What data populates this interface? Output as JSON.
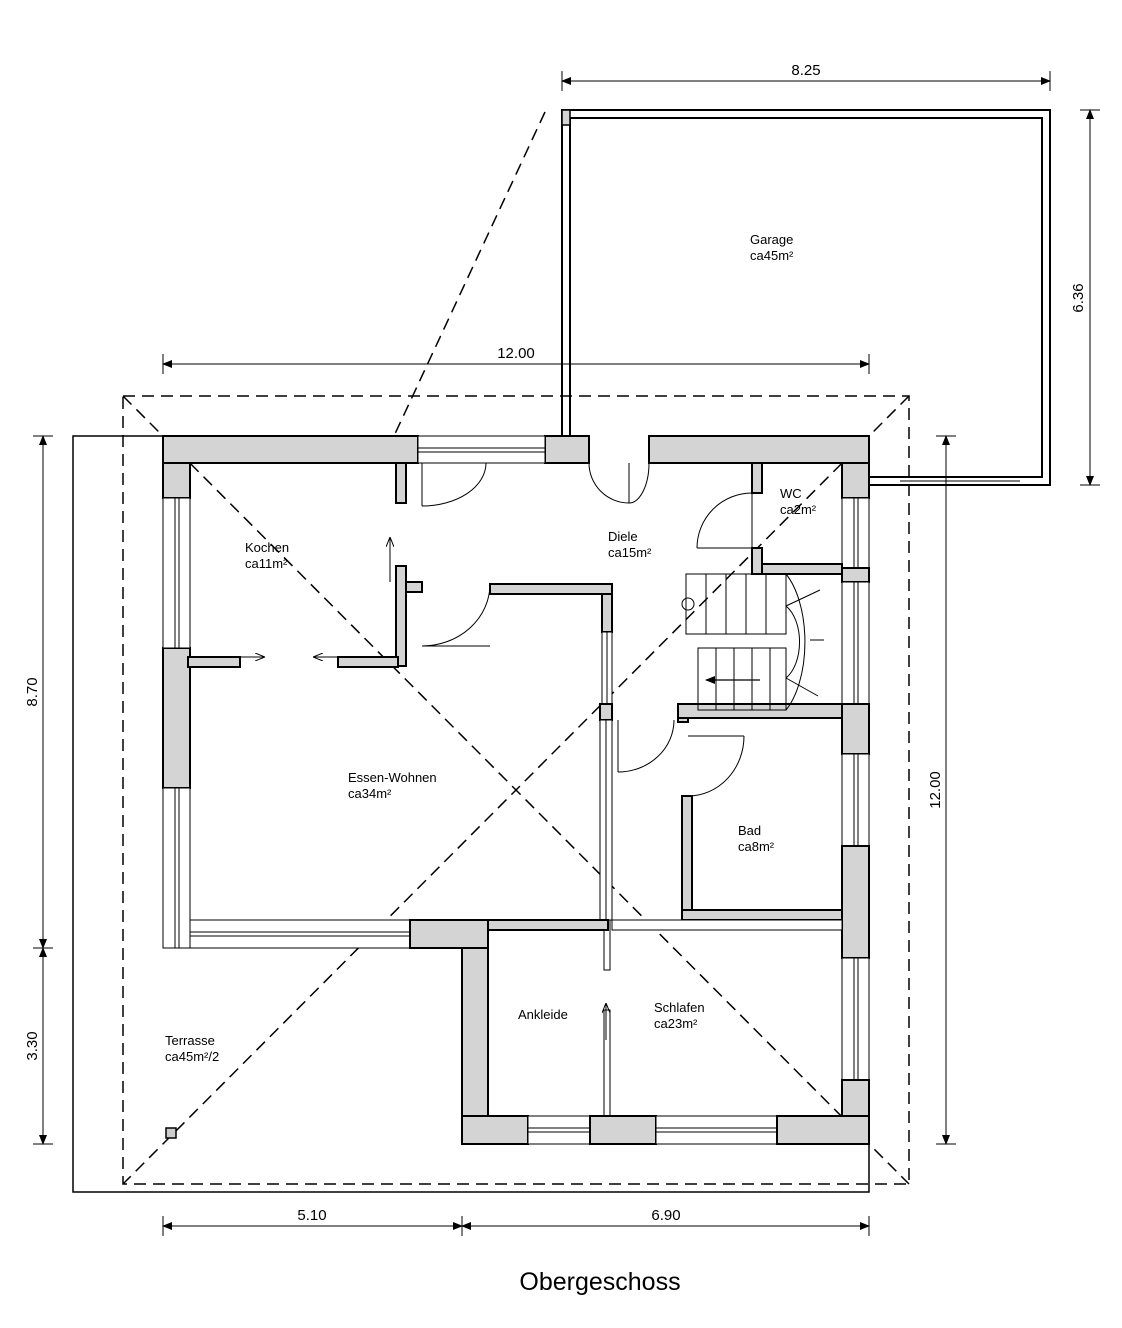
{
  "title": "Obergeschoss",
  "rooms": {
    "garage": {
      "name": "Garage",
      "area": "ca45m²"
    },
    "wc": {
      "name": "WC",
      "area": "ca2m²"
    },
    "diele": {
      "name": "Diele",
      "area": "ca15m²"
    },
    "kochen": {
      "name": "Kochen",
      "area": "ca11m²"
    },
    "essen": {
      "name": "Essen-Wohnen",
      "area": "ca34m²"
    },
    "bad": {
      "name": "Bad",
      "area": "ca8m²"
    },
    "ankleide": {
      "name": "Ankleide"
    },
    "schlafen": {
      "name": "Schlafen",
      "area": "ca23m²"
    },
    "terrasse": {
      "name": "Terrasse",
      "area": "ca45m²/2"
    }
  },
  "dimensions": {
    "garage_width": "8.25",
    "garage_depth": "6.36",
    "house_width": "12.00",
    "house_depth": "12.00",
    "left_upper": "8.70",
    "left_lower": "3.30",
    "bottom_left": "5.10",
    "bottom_right": "6.90"
  }
}
